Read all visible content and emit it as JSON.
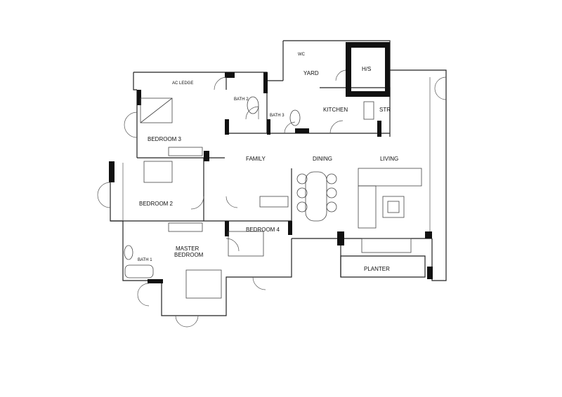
{
  "plan": {
    "rooms": {
      "ac_ledge": "AC LEDGE",
      "bath2": "BATH 2",
      "bath3": "BATH 3",
      "wc": "WC",
      "yard": "YARD",
      "hs": "H/S",
      "kitchen": "KITCHEN",
      "str": "STR",
      "bedroom3": "BEDROOM 3",
      "family": "FAMILY",
      "dining": "DINING",
      "living": "LIVING",
      "bedroom2": "BEDROOM 2",
      "bedroom4": "BEDROOM 4",
      "master_line1": "MASTER",
      "master_line2": "BEDROOM",
      "bath1": "BATH 1",
      "planter": "PLANTER"
    }
  }
}
